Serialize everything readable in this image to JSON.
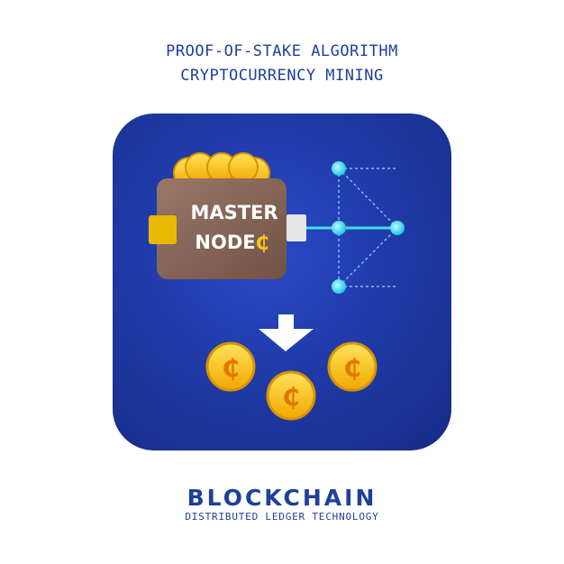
{
  "header": {
    "line1": "PROOF-OF-STAKE ALGORITHM",
    "line2": "CRYPTOCURRENCY MINING"
  },
  "wallet": {
    "line1": "MASTER",
    "line2": "NODE",
    "coin_symbol": "₵"
  },
  "coin_symbol": "₵",
  "footer": {
    "title": "BLOCKCHAIN",
    "subtitle": "DISTRIBUTED LEDGER TECHNOLOGY"
  },
  "colors": {
    "panel": "#1f3aa6",
    "wallet": "#8a6858",
    "coin": "#f5c518",
    "node": "#3fe0f0",
    "text": "#1e3f9a"
  }
}
